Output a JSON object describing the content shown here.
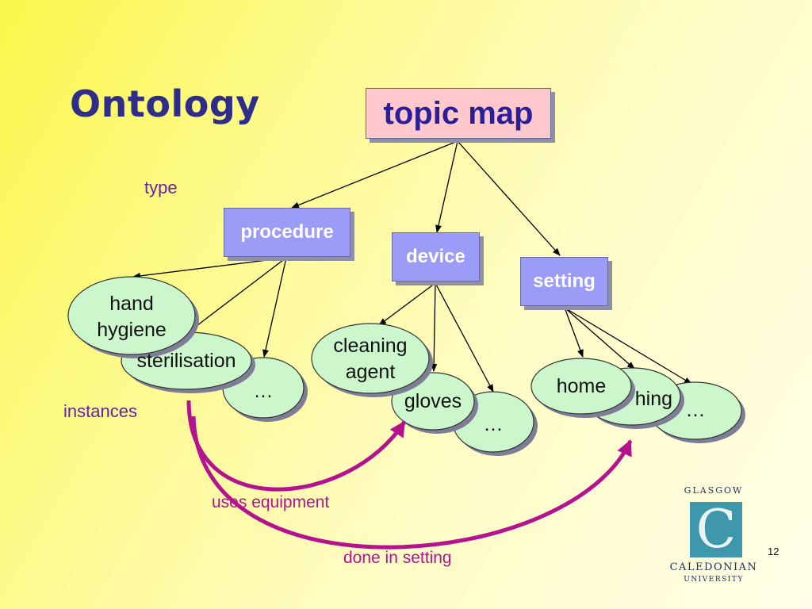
{
  "title": "Ontology",
  "labels": {
    "type": "type",
    "instances": "instances",
    "uses_equipment": "uses equipment",
    "done_in_setting": "done in setting"
  },
  "nodes": {
    "topic_map": "topic map",
    "procedure": "procedure",
    "device": "device",
    "setting": "setting"
  },
  "instances": {
    "hand_hygiene": [
      "hand",
      "hygiene"
    ],
    "sterilisation": "sterilisation",
    "procedure_more": "…",
    "cleaning_agent": [
      "cleaning",
      "agent"
    ],
    "gloves": "gloves",
    "device_more": "…",
    "home": "home",
    "nursing_partial": "hing",
    "setting_more": "…"
  },
  "logo": {
    "top": "GLASGOW",
    "letter": "C",
    "bottom": "CALEDONIAN",
    "bottom2": "UNIVERSITY"
  },
  "page_number": "12",
  "colors": {
    "title": "#2e2e8a",
    "topic_box": "#ffc8cc",
    "type_box": "#9b9bf8",
    "instance_fill": "#ccf7cc",
    "relation_arrow": "#b5128f",
    "label_purple": "#6a1fa8"
  }
}
